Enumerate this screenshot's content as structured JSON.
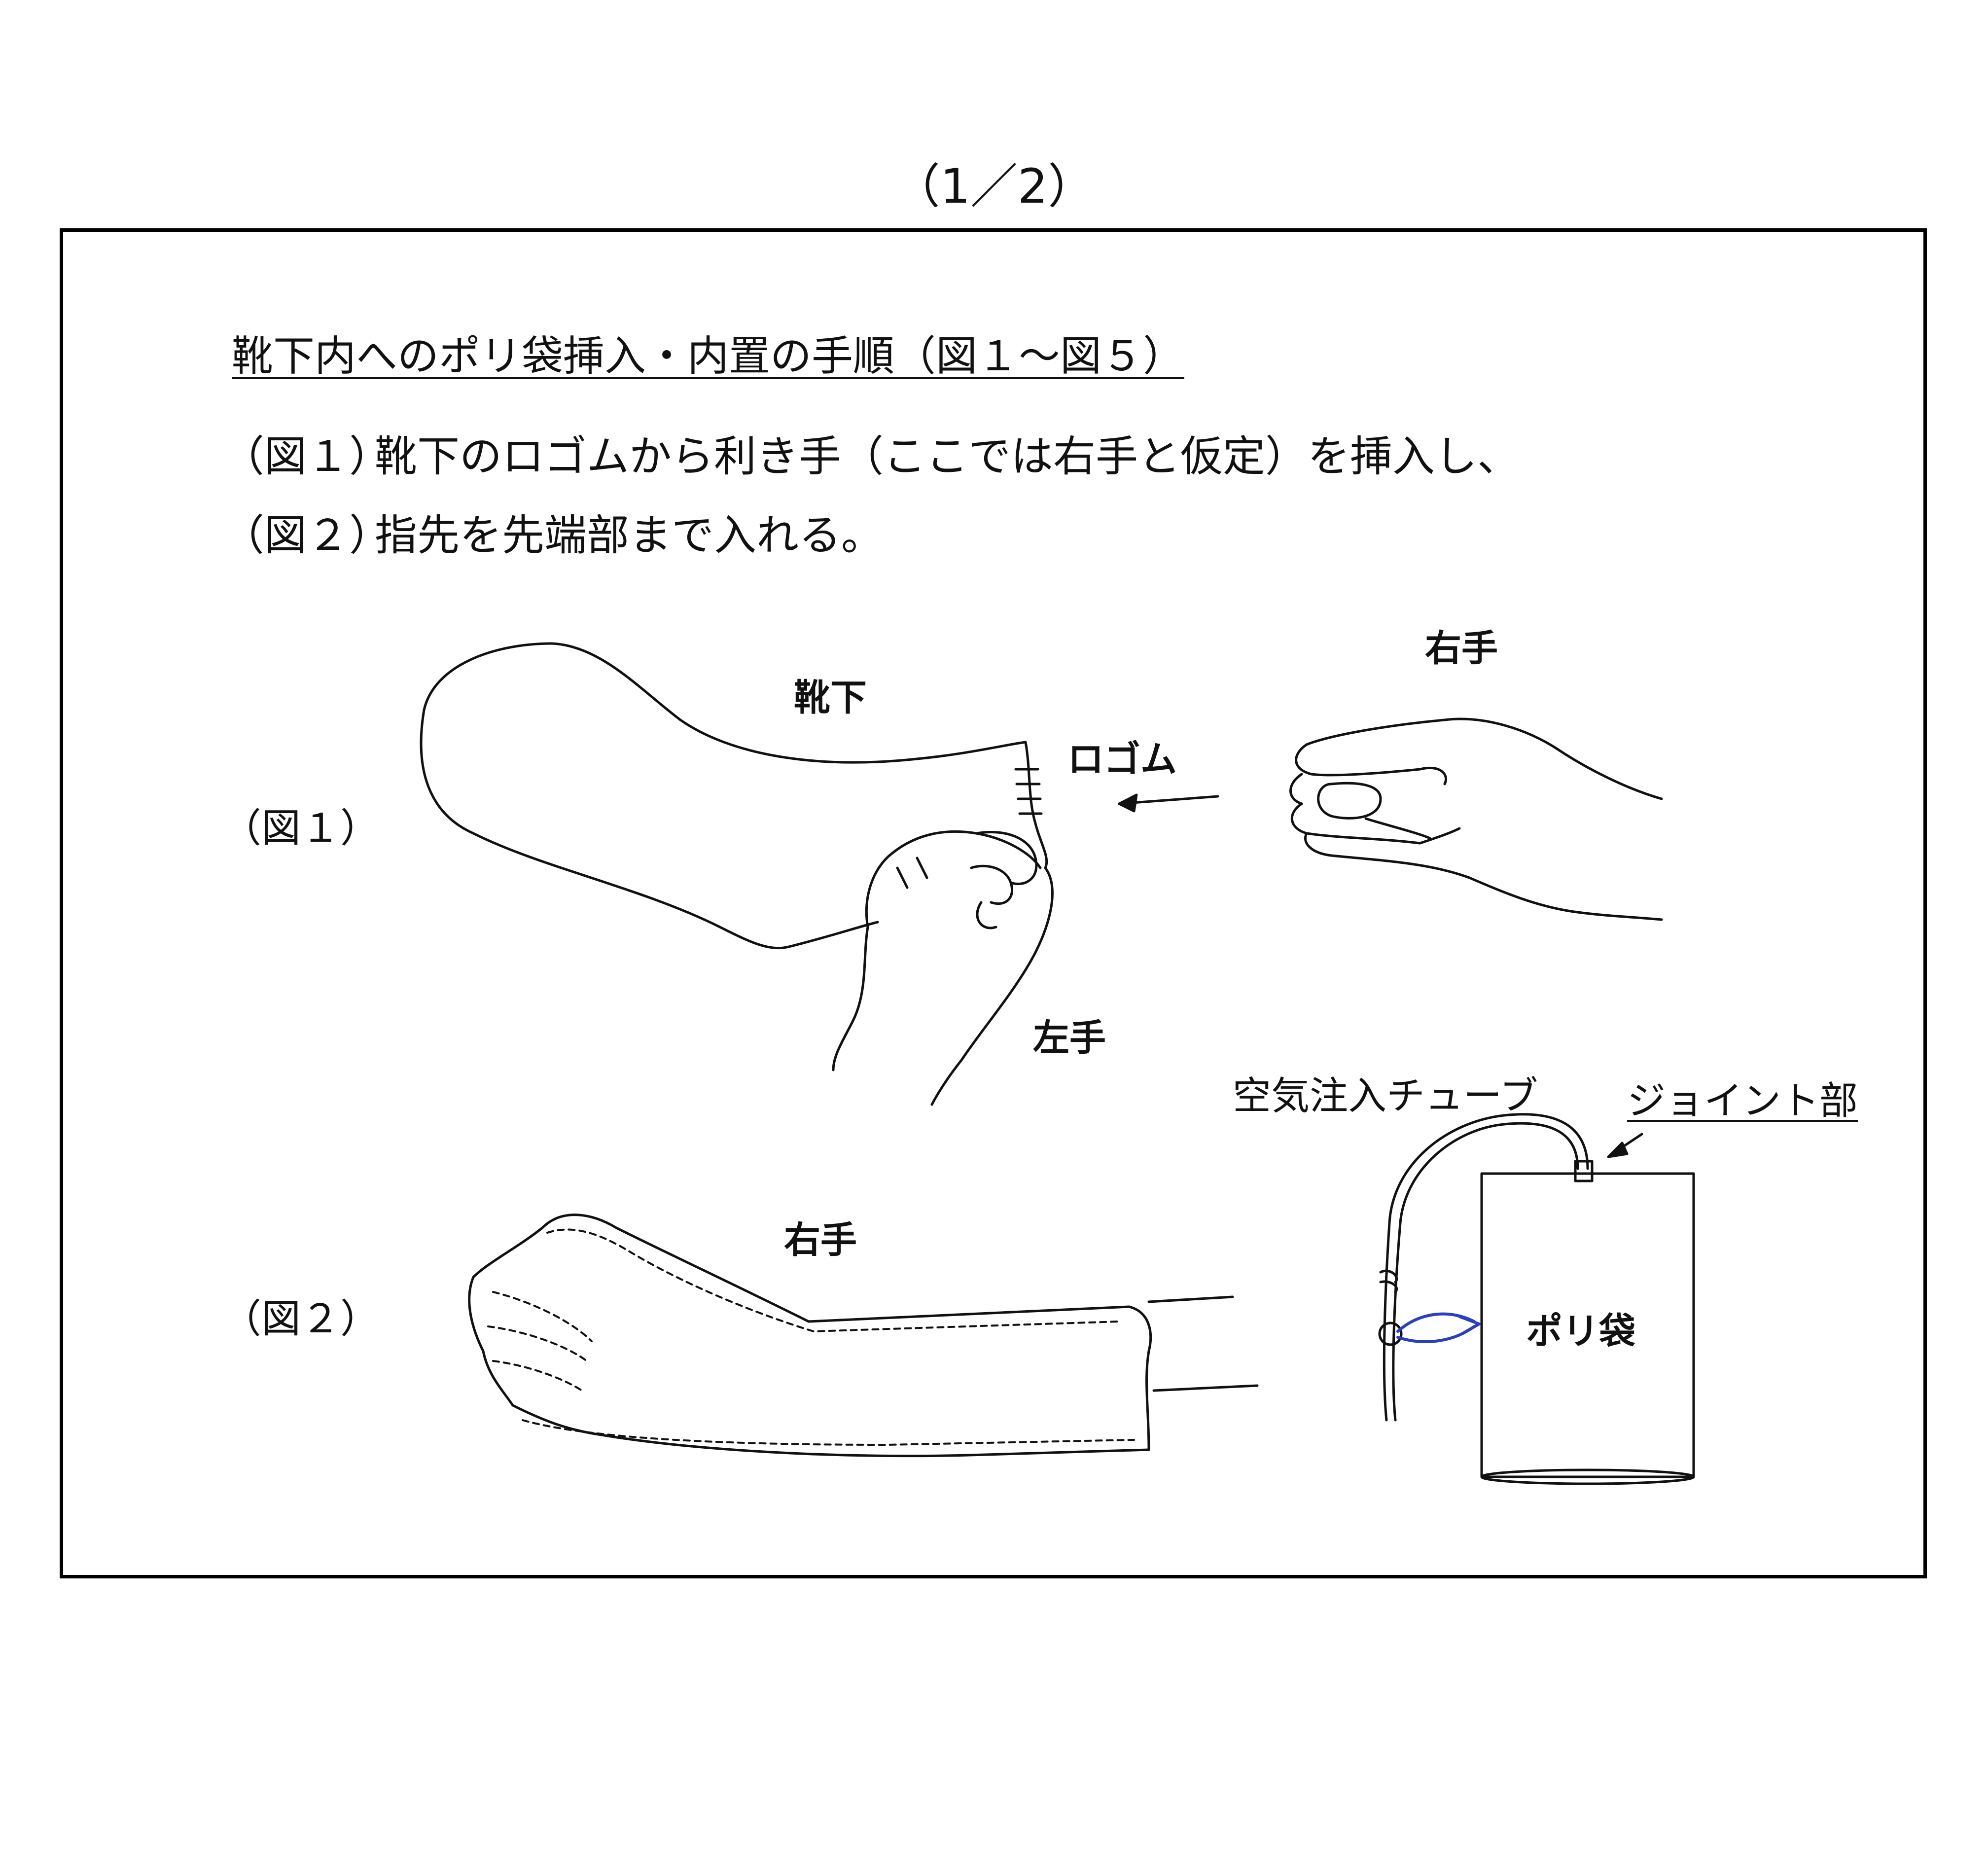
{
  "page_number": "（1／2）",
  "heading": "靴下内へのポリ袋挿入・内置の手順（図１～図５）",
  "steps": [
    {
      "label": "（図１）",
      "text": "靴下のロゴムから利き手（ここでは右手と仮定）を挿入し、"
    },
    {
      "label": "（図２）",
      "text": "指先を先端部まで入れる。"
    }
  ],
  "figure1": {
    "label": "（図１）",
    "sock_label": "靴下",
    "cuff_label": "ロゴム",
    "right_hand_label": "右手",
    "left_hand_label": "左手"
  },
  "figure2": {
    "label": "（図２）",
    "right_hand_label": "右手",
    "tube_label": "空気注入チューブ",
    "joint_label": "ジョイント部",
    "bag_label": "ポリ袋"
  },
  "colors": {
    "ink": "#111111",
    "clip": "#2a3fbf"
  }
}
